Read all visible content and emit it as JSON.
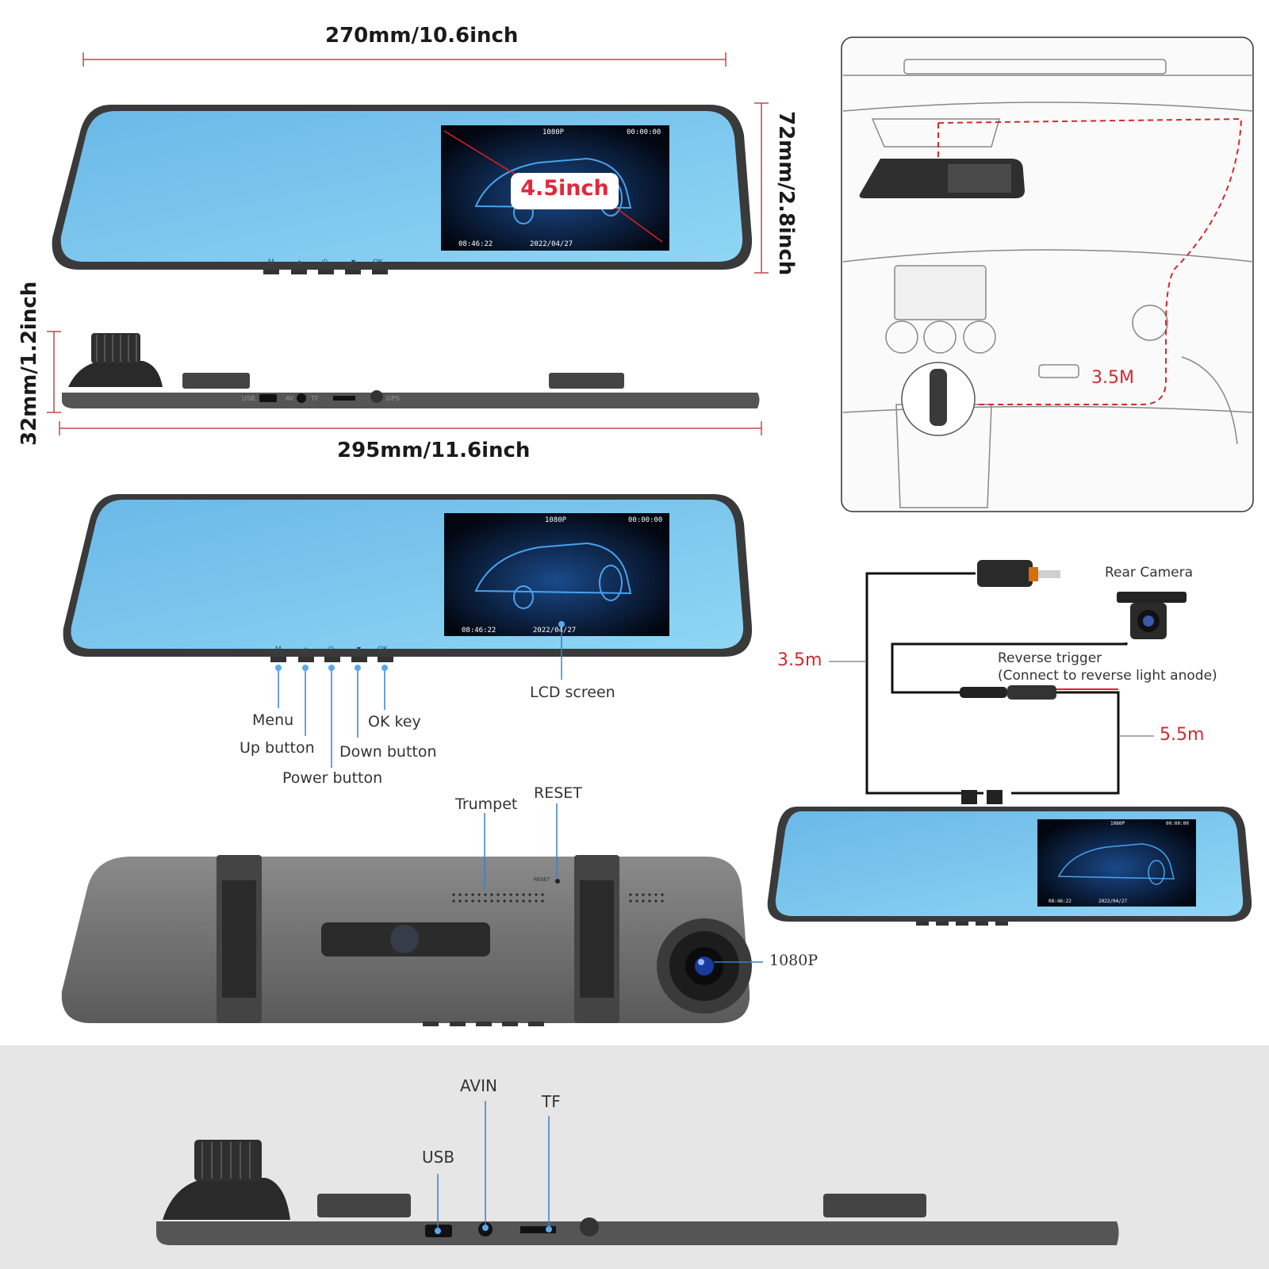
{
  "dimensions": {
    "top_width": "270mm/10.6inch",
    "height": "72mm/2.8inch",
    "depth": "32mm/1.2inch",
    "bottom_width": "295mm/11.6inch",
    "screen_size": "4.5inch"
  },
  "lcd": {
    "resolution": "1080P",
    "timer": "00:00:00",
    "clock": "08:46:22",
    "date": "2022/04/27"
  },
  "buttons": {
    "labels": [
      "M",
      "▲",
      "⏻",
      "▼",
      "OK"
    ],
    "menu": "Menu",
    "up": "Up button",
    "power": "Power button",
    "down": "Down button",
    "ok": "OK key",
    "lcd_screen": "LCD screen"
  },
  "side_ports": [
    "USB",
    "AV",
    "TF",
    "GPS"
  ],
  "back_view": {
    "trumpet": "Trumpet",
    "reset": "RESET",
    "reset_small": "RESET",
    "camera": "1080P"
  },
  "install": {
    "dash_cable": "3.5M"
  },
  "wiring": {
    "rear_camera": "Rear Camera",
    "reverse_trigger": "Reverse trigger",
    "reverse_note": "(Connect to reverse light anode)",
    "power_cable": "3.5m",
    "rear_cable": "5.5m"
  },
  "bottom_ports": {
    "avin": "AVIN",
    "tf": "TF",
    "usb": "USB"
  },
  "colors": {
    "mirror_blue": "#7fc8ee",
    "dim_line": "#c44848",
    "callout_line": "#3a7fd0",
    "cable_red": "#d22a2a"
  }
}
